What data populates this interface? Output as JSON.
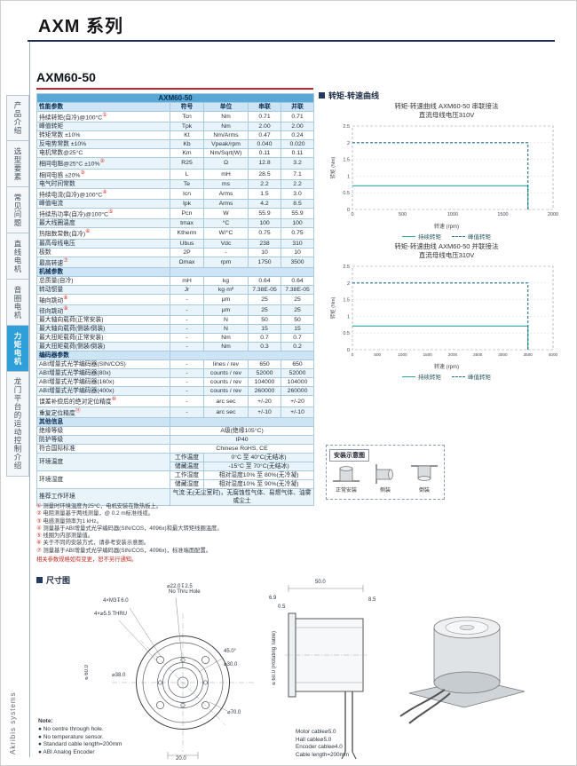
{
  "page": {
    "series_title": "AXM 系列",
    "brand_vertical": "Akribis systems"
  },
  "sidebar": {
    "items": [
      {
        "label": "产品介绍",
        "active": false
      },
      {
        "label": "选型要素",
        "active": false
      },
      {
        "label": "常见问题",
        "active": false
      },
      {
        "label": "直线电机",
        "active": false
      },
      {
        "label": "音圈电机",
        "active": false
      },
      {
        "label": "力矩电机",
        "active": true
      },
      {
        "label": "龙门平台的运动控制介绍",
        "active": false
      }
    ]
  },
  "model": {
    "title": "AXM60-50"
  },
  "spec_table": {
    "header_title": "AXM60-50",
    "columns": [
      "符号",
      "单位",
      "串联",
      "并联"
    ],
    "sections": [
      {
        "title": "性能参数",
        "rows": [
          {
            "label": "持续转矩(自冷)@100°C",
            "note": "①",
            "sym": "Tcn",
            "unit": "Nm",
            "series": "0.71",
            "parallel": "0.71"
          },
          {
            "label": "峰值转矩",
            "note": "",
            "sym": "Tpk",
            "unit": "Nm",
            "series": "2.00",
            "parallel": "2.00"
          },
          {
            "label": "转矩常数 ±10%",
            "note": "",
            "sym": "Kt",
            "unit": "Nm/Arms",
            "series": "0.47",
            "parallel": "0.24"
          },
          {
            "label": "反电势常数 ±10%",
            "note": "",
            "sym": "Kb",
            "unit": "Vpeak/rpm",
            "series": "0.040",
            "parallel": "0.020"
          },
          {
            "label": "电机常数@25°C",
            "note": "",
            "sym": "Km",
            "unit": "Nm/Sqrt(W)",
            "series": "0.11",
            "parallel": "0.11"
          },
          {
            "label": "相间电阻@25°C ±10%",
            "note": "②",
            "sym": "R25",
            "unit": "Ω",
            "series": "12.8",
            "parallel": "3.2"
          },
          {
            "label": "相间电感 ±20%",
            "note": "③",
            "sym": "L",
            "unit": "mH",
            "series": "28.5",
            "parallel": "7.1"
          },
          {
            "label": "电气时间常数",
            "note": "",
            "sym": "Te",
            "unit": "ms",
            "series": "2.2",
            "parallel": "2.2"
          },
          {
            "label": "持续电流(自冷)@100°C",
            "note": "④",
            "sym": "Icn",
            "unit": "Arms",
            "series": "1.5",
            "parallel": "3.0"
          },
          {
            "label": "峰值电流",
            "note": "",
            "sym": "Ipk",
            "unit": "Arms",
            "series": "4.2",
            "parallel": "8.5"
          },
          {
            "label": "持续热功率(自冷)@100°C",
            "note": "⑤",
            "sym": "Pcn",
            "unit": "W",
            "series": "55.9",
            "parallel": "55.9"
          },
          {
            "label": "最大线圈温度",
            "note": "",
            "sym": "tmax",
            "unit": "°C",
            "series": "100",
            "parallel": "100"
          },
          {
            "label": "热阻数常数(自冷)",
            "note": "⑥",
            "sym": "Ktherm",
            "unit": "W/°C",
            "series": "0.75",
            "parallel": "0.75"
          },
          {
            "label": "最高母线电压",
            "note": "",
            "sym": "Ubus",
            "unit": "Vdc",
            "series": "238",
            "parallel": "310"
          },
          {
            "label": "极数",
            "note": "",
            "sym": "2P",
            "unit": "-",
            "series": "10",
            "parallel": "10"
          },
          {
            "label": "最高转速",
            "note": "⑦",
            "sym": "Ωmax",
            "unit": "rpm",
            "series": "1750",
            "parallel": "3500"
          }
        ]
      },
      {
        "title": "机械参数",
        "rows": [
          {
            "label": "总质量(自冷)",
            "note": "",
            "sym": "mH",
            "unit": "kg",
            "series": "0.64",
            "parallel": "0.64"
          },
          {
            "label": "转动惯量",
            "note": "",
            "sym": "Jr",
            "unit": "kg·m²",
            "series": "7.38E-05",
            "parallel": "7.38E-05"
          },
          {
            "label": "轴向跳动",
            "note": "⑧",
            "sym": "-",
            "unit": "μm",
            "series": "25",
            "parallel": "25"
          },
          {
            "label": "径向跳动",
            "note": "⑨",
            "sym": "-",
            "unit": "μm",
            "series": "25",
            "parallel": "25"
          },
          {
            "label": "最大轴向载荷(正常安装)",
            "note": "",
            "sym": "-",
            "unit": "N",
            "series": "50",
            "parallel": "50"
          },
          {
            "label": "最大轴向载荷(侧装/倒装)",
            "note": "",
            "sym": "-",
            "unit": "N",
            "series": "15",
            "parallel": "15"
          },
          {
            "label": "最大扭矩载荷(正常安装)",
            "note": "",
            "sym": "-",
            "unit": "Nm",
            "series": "0.7",
            "parallel": "0.7"
          },
          {
            "label": "最大扭矩载荷(侧装/倒装)",
            "note": "",
            "sym": "-",
            "unit": "Nm",
            "series": "0.3",
            "parallel": "0.2"
          }
        ]
      },
      {
        "title": "编码器参数",
        "rows": [
          {
            "label": "ABI增量式光学编码器(SIN/COS)",
            "note": "",
            "sym": "-",
            "unit": "lines / rev",
            "series": "650",
            "parallel": "650"
          },
          {
            "label": "ABI增量式光学编码器(80x)",
            "note": "",
            "sym": "-",
            "unit": "counts / rev",
            "series": "52000",
            "parallel": "52000"
          },
          {
            "label": "ABI增量式光学编码器(160x)",
            "note": "",
            "sym": "-",
            "unit": "counts / rev",
            "series": "104000",
            "parallel": "104000"
          },
          {
            "label": "ABI增量式光学编码器(400x)",
            "note": "",
            "sym": "-",
            "unit": "counts / rev",
            "series": "260000",
            "parallel": "260000"
          },
          {
            "label": "误差补偿后的绝对定位精度",
            "note": "⑩",
            "sym": "-",
            "unit": "arc sec",
            "series": "+/-20",
            "parallel": "+/-20"
          },
          {
            "label": "重复定位精度",
            "note": "⑪",
            "sym": "-",
            "unit": "arc sec",
            "series": "+/-10",
            "parallel": "+/-10"
          }
        ]
      }
    ],
    "other_info": {
      "title": "其他信息",
      "rows": [
        {
          "label": "绝缘等级",
          "value": "A级(绝缘105°C)"
        },
        {
          "label": "防护等级",
          "value": "IP40"
        },
        {
          "label": "符合国际标准",
          "value": "Chinese RoHS, CE"
        },
        {
          "label": "环境温度",
          "sub": [
            {
              "k": "工作温度",
              "v": "0°C 至 40°C(无结冰)"
            },
            {
              "k": "储藏温度",
              "v": "-15°C 至 70°C(无结冰)"
            }
          ]
        },
        {
          "label": "环境湿度",
          "sub": [
            {
              "k": "工作湿度",
              "v": "相对湿度10% 至 80%(无冷凝)"
            },
            {
              "k": "储藏湿度",
              "v": "相对湿度10% 至 90%(无冷凝)"
            }
          ]
        },
        {
          "label": "推荐工作环境",
          "value": "气流:无(无尘室时)，无腐蚀性气体、易燃气体、油雾或尘土"
        }
      ]
    }
  },
  "charts_section": {
    "heading": "转矩-转速曲线"
  },
  "chart_data": [
    {
      "type": "line",
      "title": "转矩-转速曲线 AXM60-50 串联接法",
      "subtitle": "直流母线电压310V",
      "xlabel": "转速 (rpm)",
      "ylabel": "转矩 (Nm)",
      "xlim": [
        0,
        2000
      ],
      "xticks": [
        0,
        500,
        1000,
        1500,
        2000
      ],
      "ylim": [
        0,
        2.5
      ],
      "yticks": [
        0,
        0.5,
        1,
        1.5,
        2,
        2.5
      ],
      "grid": true,
      "legend_position": "bottom",
      "series": [
        {
          "name": "持续转矩",
          "style": "solid",
          "color": "#2ba8a2",
          "points": [
            [
              0,
              0.71
            ],
            [
              1750,
              0.71
            ],
            [
              1750,
              0
            ]
          ]
        },
        {
          "name": "峰值转矩",
          "style": "dashed",
          "color": "#23708b",
          "points": [
            [
              0,
              2.0
            ],
            [
              1750,
              2.0
            ],
            [
              1750,
              0
            ]
          ]
        }
      ]
    },
    {
      "type": "line",
      "title": "转矩-转速曲线 AXM60-50 并联接法",
      "subtitle": "直流母线电压310V",
      "xlabel": "转速 (rpm)",
      "ylabel": "转矩 (Nm)",
      "xlim": [
        0,
        4000
      ],
      "xticks": [
        0,
        500,
        1000,
        1500,
        2000,
        2500,
        3000,
        3500,
        4000
      ],
      "ylim": [
        0,
        2.5
      ],
      "yticks": [
        0,
        0.5,
        1,
        1.5,
        2,
        2.5
      ],
      "grid": true,
      "legend_position": "bottom",
      "series": [
        {
          "name": "持续转矩",
          "style": "solid",
          "color": "#2ba8a2",
          "points": [
            [
              0,
              0.71
            ],
            [
              3500,
              0.71
            ],
            [
              3500,
              0
            ]
          ]
        },
        {
          "name": "峰值转矩",
          "style": "dashed",
          "color": "#23708b",
          "points": [
            [
              0,
              2.0
            ],
            [
              3500,
              2.0
            ],
            [
              3500,
              0
            ]
          ]
        }
      ]
    }
  ],
  "mounting": {
    "title": "安装示意图",
    "labels": [
      "正常安装",
      "侧装",
      "倒装"
    ]
  },
  "notes": {
    "items": [
      {
        "n": "①",
        "text": "测量时环境温度为25°C，电机安装在散热板上。"
      },
      {
        "n": "②",
        "text": "电阻测量基于两线测量，@ 0.2 m标准线缆。"
      },
      {
        "n": "③",
        "text": "电感测量频率为1 kHz。"
      },
      {
        "n": "④",
        "text": "测量基于ABI增量式光学编码器(SIN/COS，4096x)和最大转矩线圈温度。"
      },
      {
        "n": "⑤",
        "text": "线圈为内部测量值。"
      },
      {
        "n": "⑥",
        "text": "关于不同的安装方式，请参考安装示意图。"
      },
      {
        "n": "⑦",
        "text": "测量基于ABI增量式光学编码器(SIN/COS，4096x)，标准端面配置。"
      }
    ],
    "footer": "相关参数规格如有变更，恕不另行通知。"
  },
  "dimensions": {
    "section_title": "尺寸图",
    "front": {
      "center_hole_l1": "⌀22.0↧2.5",
      "center_hole_l2": "No Thru Hole",
      "tapped": "4×M3↧6.0",
      "thru": "4×⌀5.5 THRU",
      "angle": "45.0°",
      "d30": "⌀30.0",
      "d38": "⌀38.0",
      "d60": "⌀60.0",
      "d70": "⌀70.0",
      "w20": "20.0"
    },
    "side": {
      "d69": "6.9",
      "d05": "0.5",
      "d50": "50.0",
      "d85": "8.5",
      "rotating": "⌀60.0 (Rotating Table)"
    },
    "cables": [
      "Motor cable⌀5.0",
      "Hall cable⌀5.0",
      "Encoder cable⌀4.0",
      "Cable length=200mm"
    ],
    "note_title": "Note:",
    "notes": [
      "No centre through hole.",
      "No temperature sensor.",
      "Standard cable length=200mm",
      "ABI Analog Encoder"
    ]
  }
}
